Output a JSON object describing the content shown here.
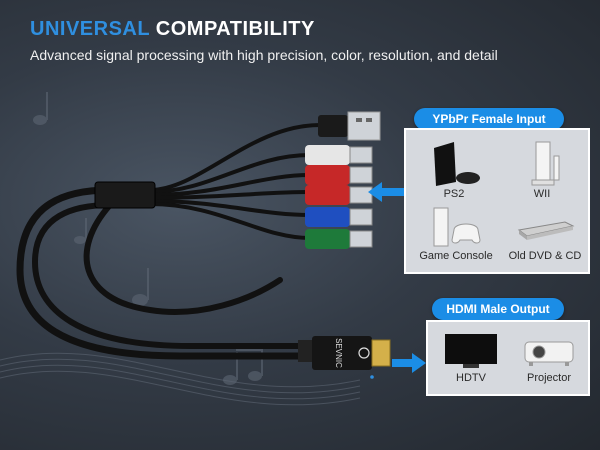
{
  "header": {
    "title_accent": "UNIVERSAL",
    "title_rest": "COMPATIBILITY",
    "subtitle": "Advanced signal processing with high precision, color, resolution, and detail"
  },
  "input_panel": {
    "label": "YPbPr Female Input",
    "devices": [
      {
        "name": "PS2",
        "icon": "ps2-console-icon"
      },
      {
        "name": "WII",
        "icon": "wii-console-icon"
      },
      {
        "name": "Game Console",
        "icon": "game-console-icon"
      },
      {
        "name": "Old DVD & CD",
        "icon": "dvd-player-icon"
      }
    ]
  },
  "output_panel": {
    "label": "HDMI Male Output",
    "devices": [
      {
        "name": "HDTV",
        "icon": "hdtv-icon"
      },
      {
        "name": "Projector",
        "icon": "projector-icon"
      }
    ]
  },
  "connector_brand": "SEVNIC",
  "colors": {
    "accent_blue": "#1b8de6",
    "panel_bg": "#d6d9de",
    "rca_white": "#e6e6e6",
    "rca_red": "#c62828",
    "rca_blue": "#1f4fc0",
    "rca_green": "#1e7a3a"
  }
}
